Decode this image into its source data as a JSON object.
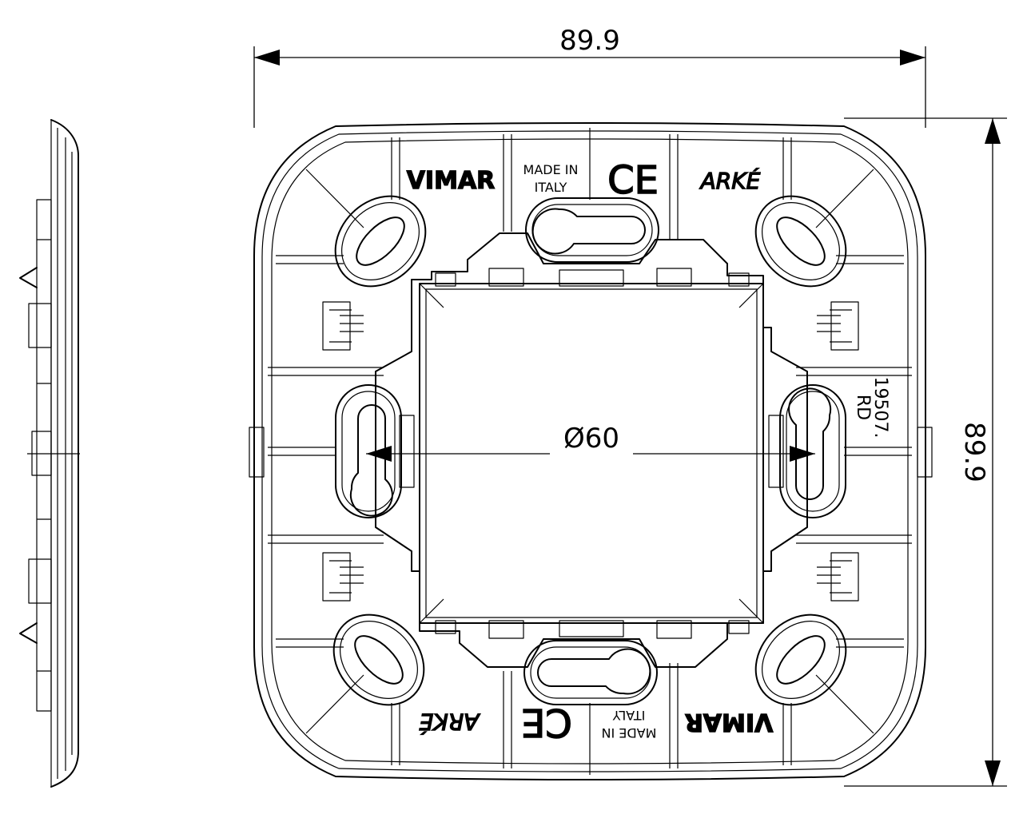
{
  "dimensions": {
    "width_label": "89.9",
    "height_label": "89.9",
    "diameter_label": "Ø60"
  },
  "markings": {
    "brand_top": "VIMAR",
    "origin_top_line1": "MADE IN",
    "origin_top_line2": "ITALY",
    "ce_top": "CE",
    "series_top": "ARKÉ",
    "series_bottom": "ARKÉ",
    "ce_bottom": "CE",
    "origin_bottom_line1": "MADE IN",
    "origin_bottom_line2": "ITALY",
    "brand_bottom": "VIMAR",
    "code_line1": "19507.",
    "code_line2": "RD"
  }
}
